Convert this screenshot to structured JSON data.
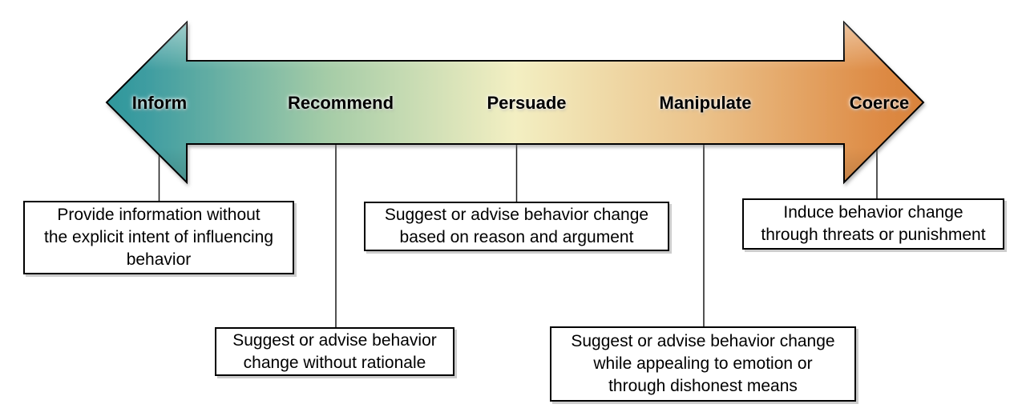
{
  "diagram": {
    "name": "influence-spectrum",
    "levels": [
      {
        "label": "Inform",
        "definition": "Provide information without\nthe explicit intent of influencing\nbehavior"
      },
      {
        "label": "Recommend",
        "definition": "Suggest or advise behavior\nchange without rationale"
      },
      {
        "label": "Persuade",
        "definition": "Suggest or advise behavior change\nbased on reason and argument"
      },
      {
        "label": "Manipulate",
        "definition": "Suggest or advise behavior change\nwhile appealing to emotion or\nthrough dishonest means"
      },
      {
        "label": "Coerce",
        "definition": "Induce behavior change\nthrough threats or punishment"
      }
    ],
    "colors": {
      "background": "#ffffff",
      "arrow_outline": "#000000",
      "gradient_stops": [
        "#2E979B",
        "#3F9DA1",
        "#A5CCA7",
        "#F3EFC2",
        "#EBC28A",
        "#DD8A44",
        "#D8823C"
      ],
      "box_border": "#000000",
      "box_background": "#ffffff",
      "connector_line": "#1a1a1a",
      "label_text": "#000000"
    }
  }
}
